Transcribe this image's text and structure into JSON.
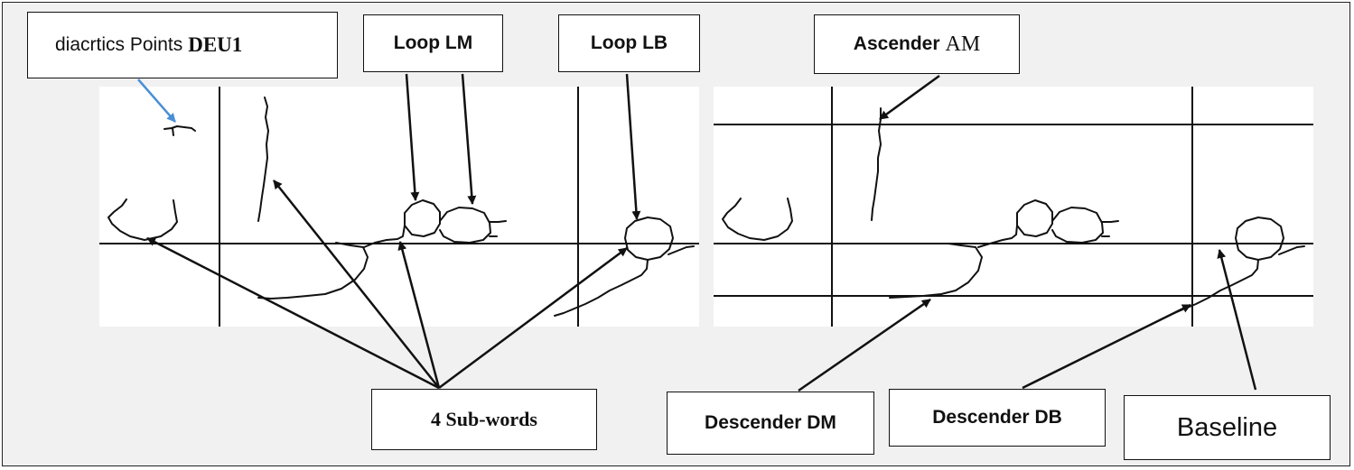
{
  "labels": {
    "diacritics_text": "diacrtics Points",
    "diacritics_code": "DEU1",
    "loop_lm": "Loop LM",
    "loop_lb": "Loop LB",
    "ascender_text": "Ascender",
    "ascender_code": "AM",
    "sub_words": "4 Sub-words",
    "descender_dm": "Descender DM",
    "descender_db": "Descender DB",
    "baseline": "Baseline"
  },
  "colors": {
    "frame_background": "#f1f1f1",
    "panel_background": "#ffffff",
    "line": "#111111",
    "diacritic_arrow": "#4a8fd6"
  }
}
